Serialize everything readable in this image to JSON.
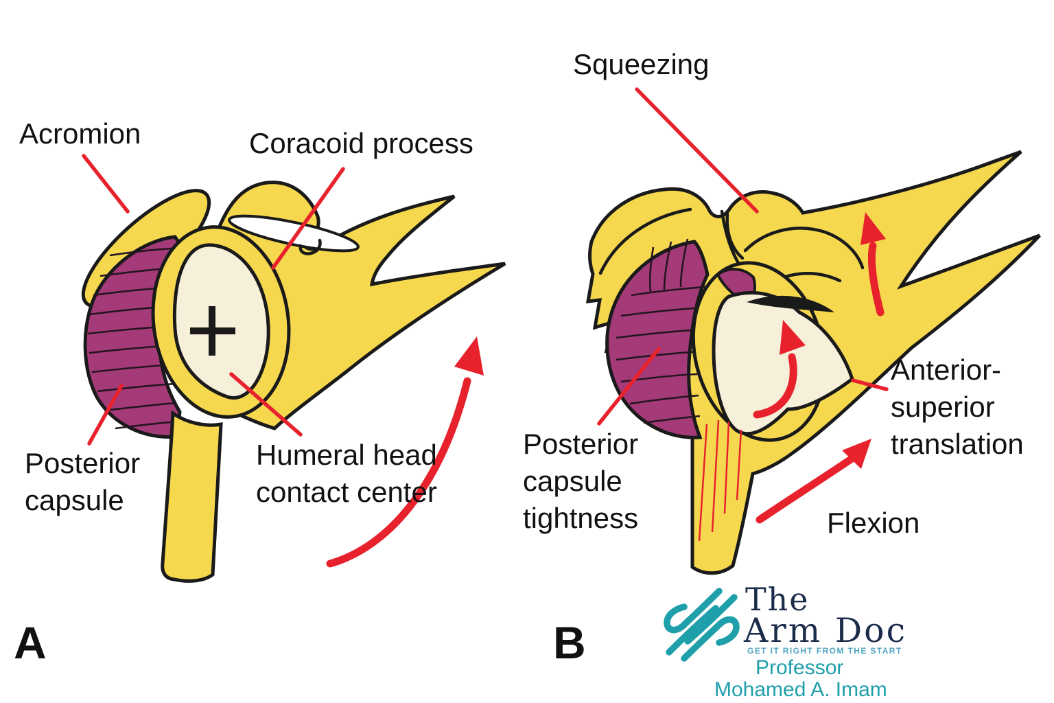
{
  "title": "Shoulder posterior capsule tightness diagram",
  "colors": {
    "bone_yellow": "#F6D84E",
    "capsule_purple": "#A53A78",
    "head_cream": "#F6EFDA",
    "arrow_red": "#E8222D",
    "outline_black": "#1A1A1A",
    "logo_teal": "#1E9FAA",
    "logo_navy": "#1B2B4A",
    "tagline_blue": "#4FA3C2"
  },
  "panel_a": {
    "letter": "A",
    "labels": {
      "acromion": "Acromion",
      "coracoid_process": "Coracoid process",
      "posterior_capsule": "Posterior\ncapsule",
      "humeral_head": "Humeral head\ncontact center"
    }
  },
  "panel_b": {
    "letter": "B",
    "labels": {
      "squeezing": "Squeezing",
      "posterior_capsule_tightness": "Posterior\ncapsule\ntightness",
      "anterior_superior": "Anterior-\nsuperior\ntranslation",
      "flexion": "Flexion"
    }
  },
  "logo": {
    "brand_line1": "The",
    "brand_line2": "Arm Doc",
    "tagline": "GET IT RIGHT FROM THE START",
    "name_line1": "Professor",
    "name_line2": "Mohamed A. Imam"
  }
}
